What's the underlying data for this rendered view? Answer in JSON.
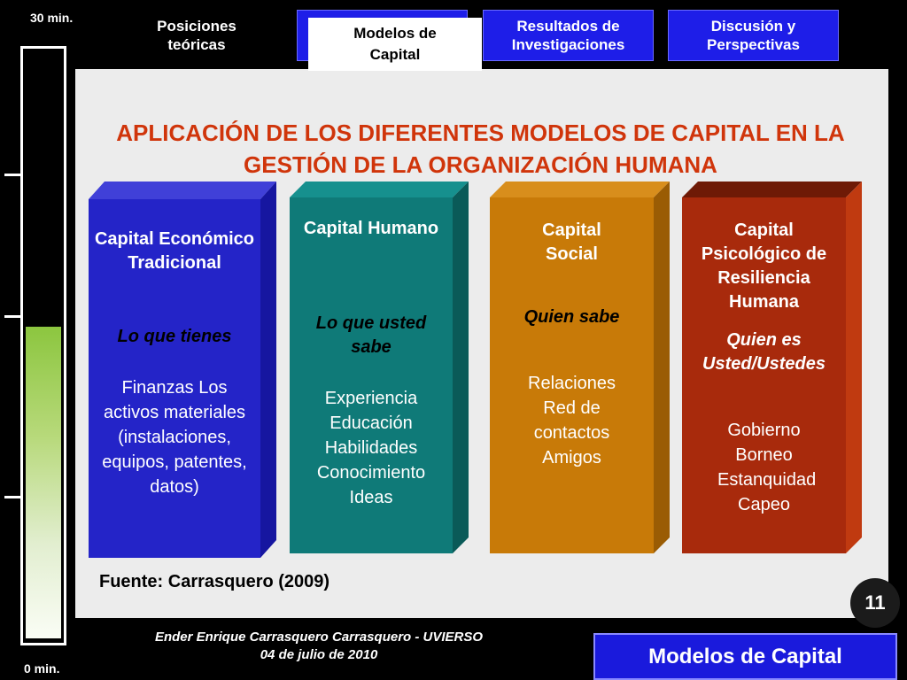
{
  "timer": {
    "top_label": "30 min.",
    "bottom_label": "0 min.",
    "progress": 0.53
  },
  "tabs": [
    {
      "label": "Posiciones teóricas"
    },
    {
      "label": "Modelos de Capital"
    },
    {
      "label": "Resultados de Investigaciones"
    },
    {
      "label": "Discusión y Perspectivas"
    }
  ],
  "slide": {
    "title": "APLICACIÓN DE LOS DIFERENTES MODELOS DE CAPITAL EN LA GESTIÓN DE LA ORGANIZACIÓN HUMANA",
    "columns": [
      {
        "title": "Capital Económico Tradicional",
        "motto": "Lo que tienes",
        "items": "Finanzas Los activos materiales (instalaciones, equipos, patentes, datos)",
        "color": "#2424c8"
      },
      {
        "title": "Capital Humano",
        "motto": "Lo que usted sabe",
        "items": "Experiencia Educación Habilidades Conocimiento Ideas",
        "color": "#0f7a78"
      },
      {
        "title": "Capital Social",
        "motto": "Quien sabe",
        "items": "Relaciones Red de contactos Amigos",
        "color": "#c87a08"
      },
      {
        "title": "Capital Psicológico de Resiliencia Humana",
        "motto": "Quien es Usted/Ustedes",
        "items": "Gobierno Borneo Estanquidad Capeo",
        "color": "#a82a0c"
      }
    ],
    "source": "Fuente: Carrasquero (2009)",
    "page_number": "11"
  },
  "footer": {
    "author": "Ender Enrique Carrasquero Carrasquero - UVIERSO",
    "date": "04 de julio de 2010"
  },
  "section_badge": "Modelos de Capital"
}
